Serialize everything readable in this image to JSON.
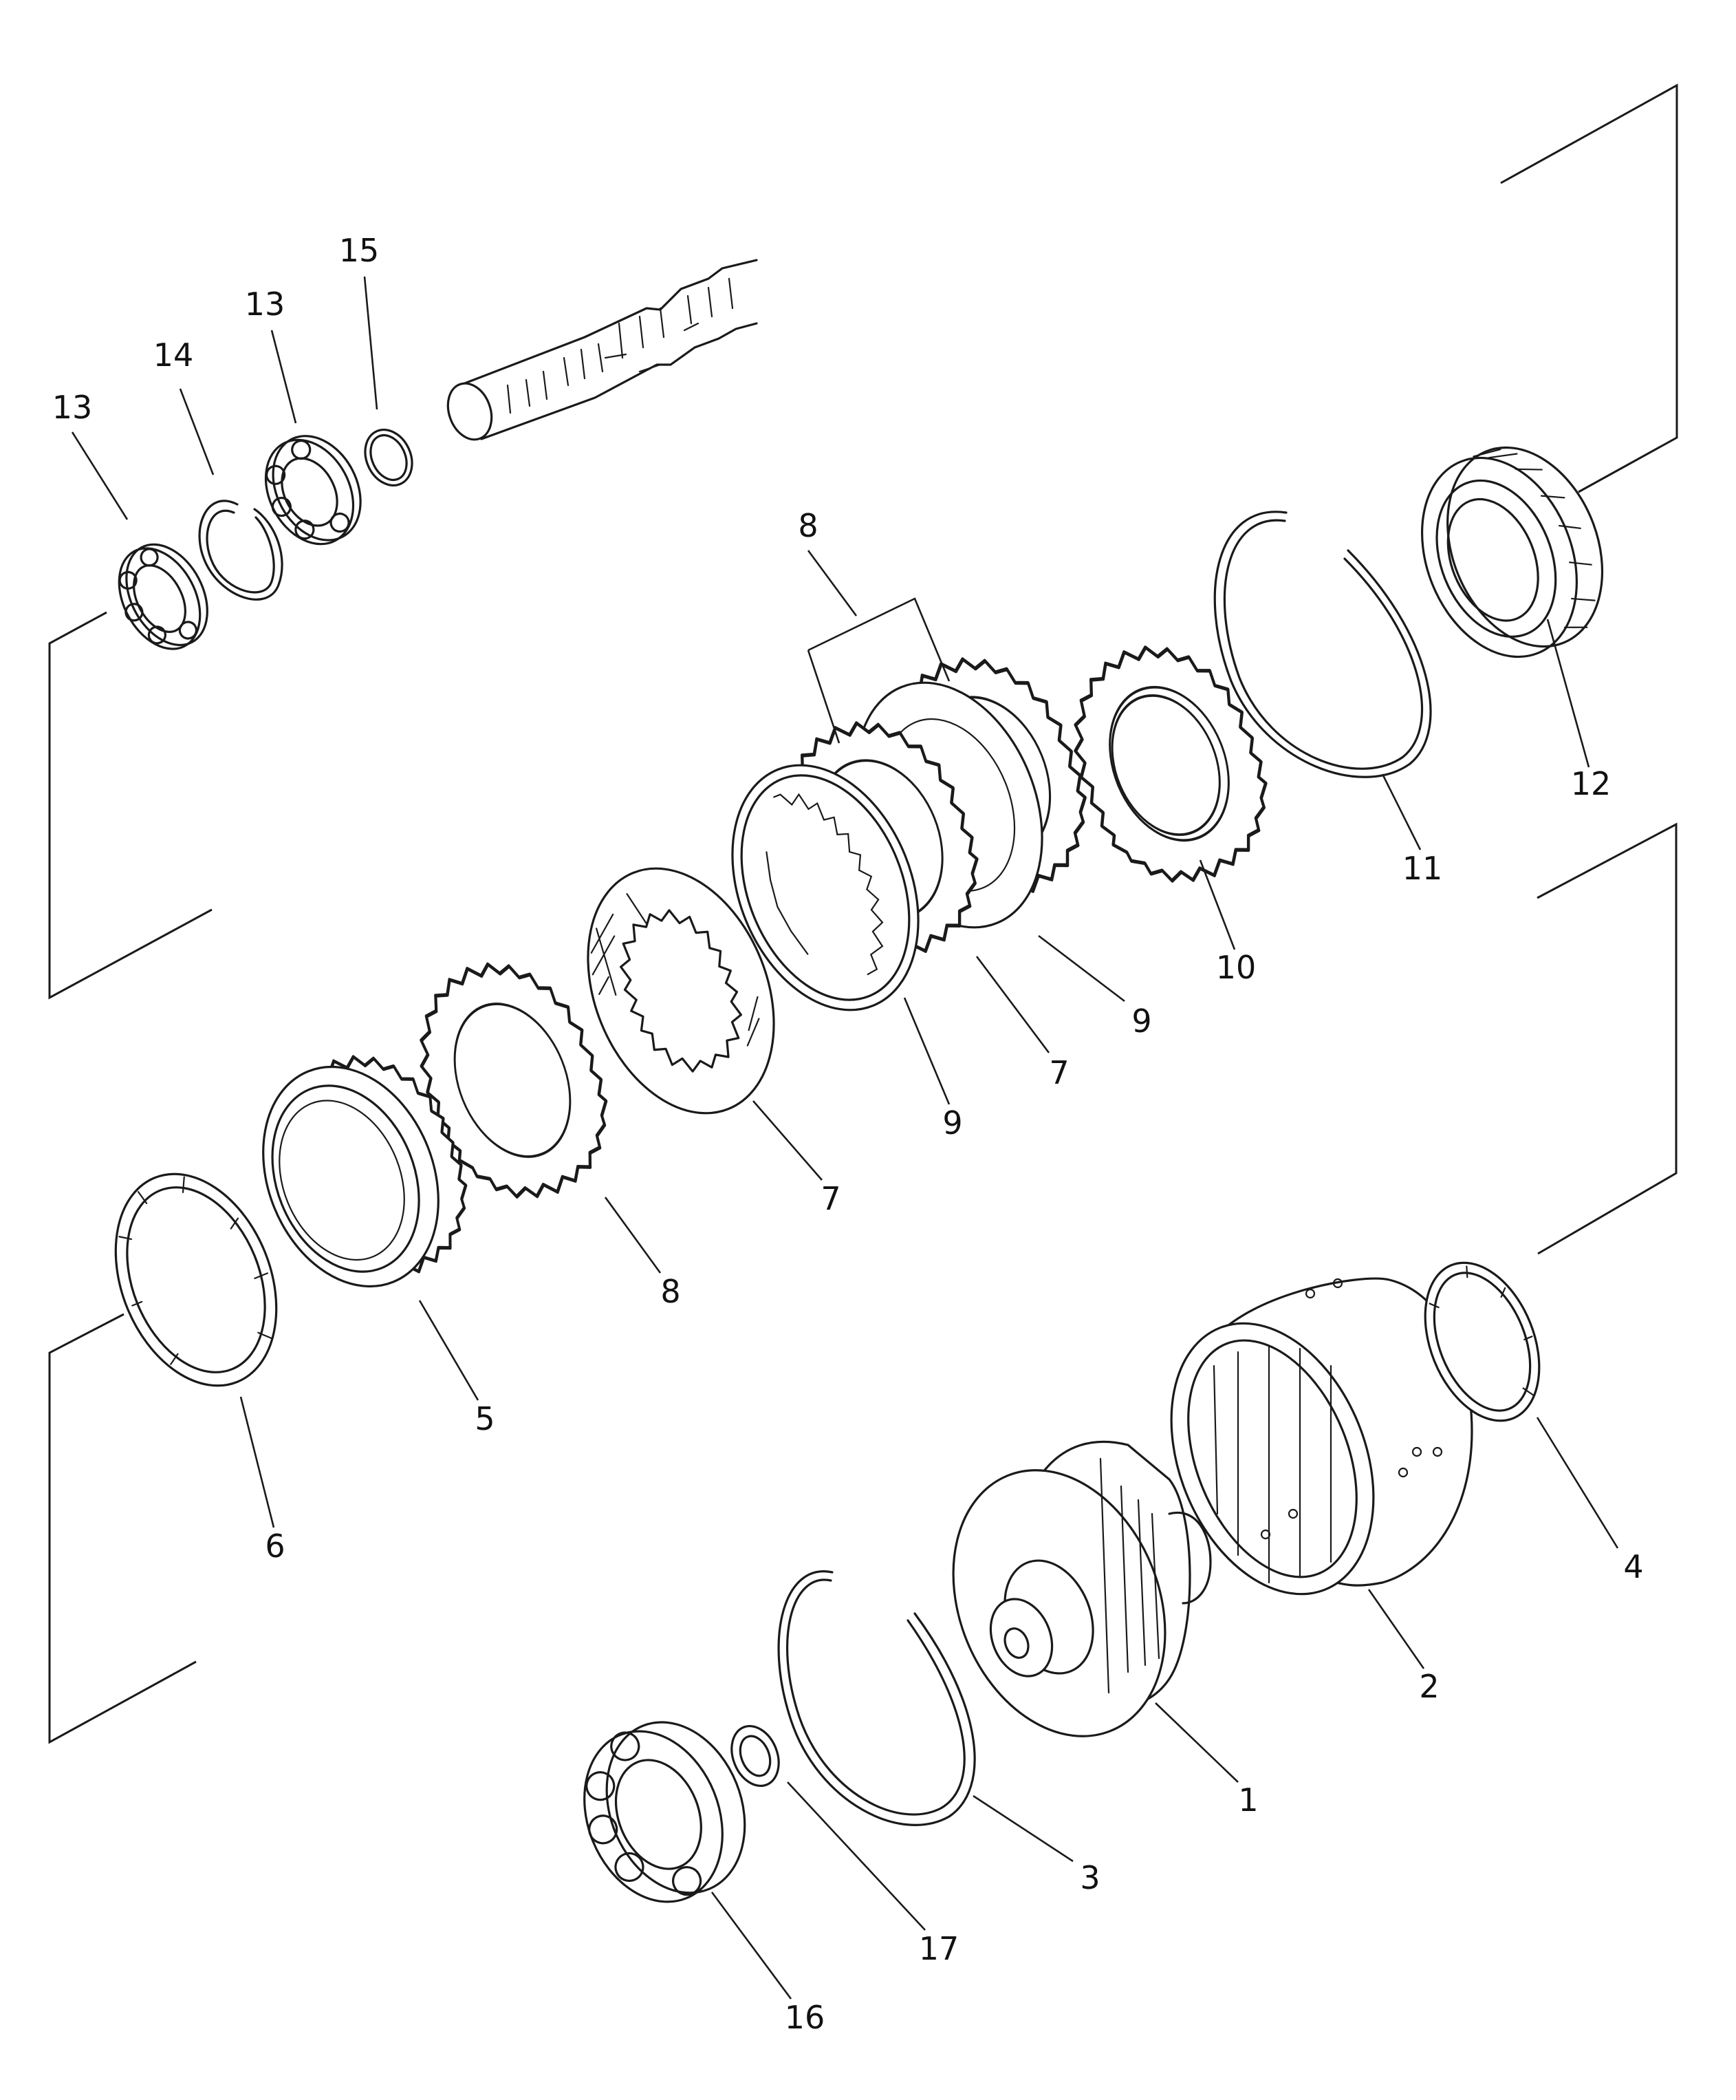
{
  "labels": [
    {
      "id": "p1",
      "text": "1"
    },
    {
      "id": "p2",
      "text": "2"
    },
    {
      "id": "p3",
      "text": "3"
    },
    {
      "id": "p4",
      "text": "4"
    },
    {
      "id": "p5",
      "text": "5"
    },
    {
      "id": "p6",
      "text": "6"
    },
    {
      "id": "p7a",
      "text": "7"
    },
    {
      "id": "p7b",
      "text": "7"
    },
    {
      "id": "p8a",
      "text": "8"
    },
    {
      "id": "p8b",
      "text": "8"
    },
    {
      "id": "p9a",
      "text": "9"
    },
    {
      "id": "p9b",
      "text": "9"
    },
    {
      "id": "p10",
      "text": "10"
    },
    {
      "id": "p11",
      "text": "11"
    },
    {
      "id": "p12",
      "text": "12"
    },
    {
      "id": "p13a",
      "text": "13"
    },
    {
      "id": "p13b",
      "text": "13"
    },
    {
      "id": "p14",
      "text": "14"
    },
    {
      "id": "p15",
      "text": "15"
    },
    {
      "id": "p16",
      "text": "16"
    },
    {
      "id": "p17",
      "text": "17"
    }
  ]
}
